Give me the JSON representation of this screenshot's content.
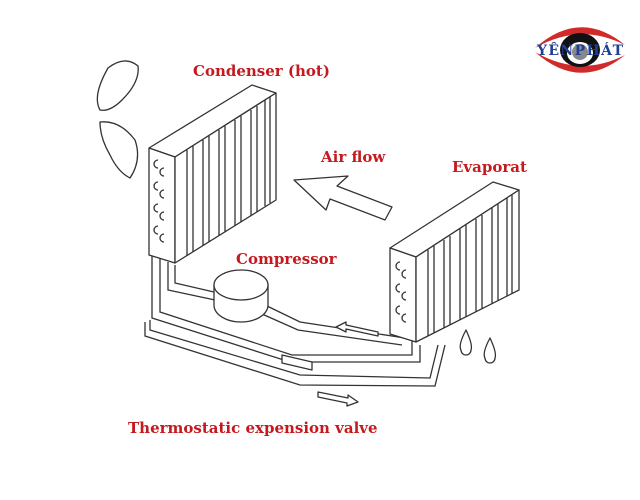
{
  "labels": {
    "condenser": "Condenser (hot)",
    "air_flow": "Air flow",
    "evaporator": "Evaporat",
    "compressor": "Compressor",
    "valve": "Thermostatic expension valve"
  },
  "logo": {
    "text": "YÊNPHÁT"
  },
  "colors": {
    "label": "#c41a1f",
    "logo_blue": "#1f3f95",
    "logo_red": "#d12a2a"
  }
}
